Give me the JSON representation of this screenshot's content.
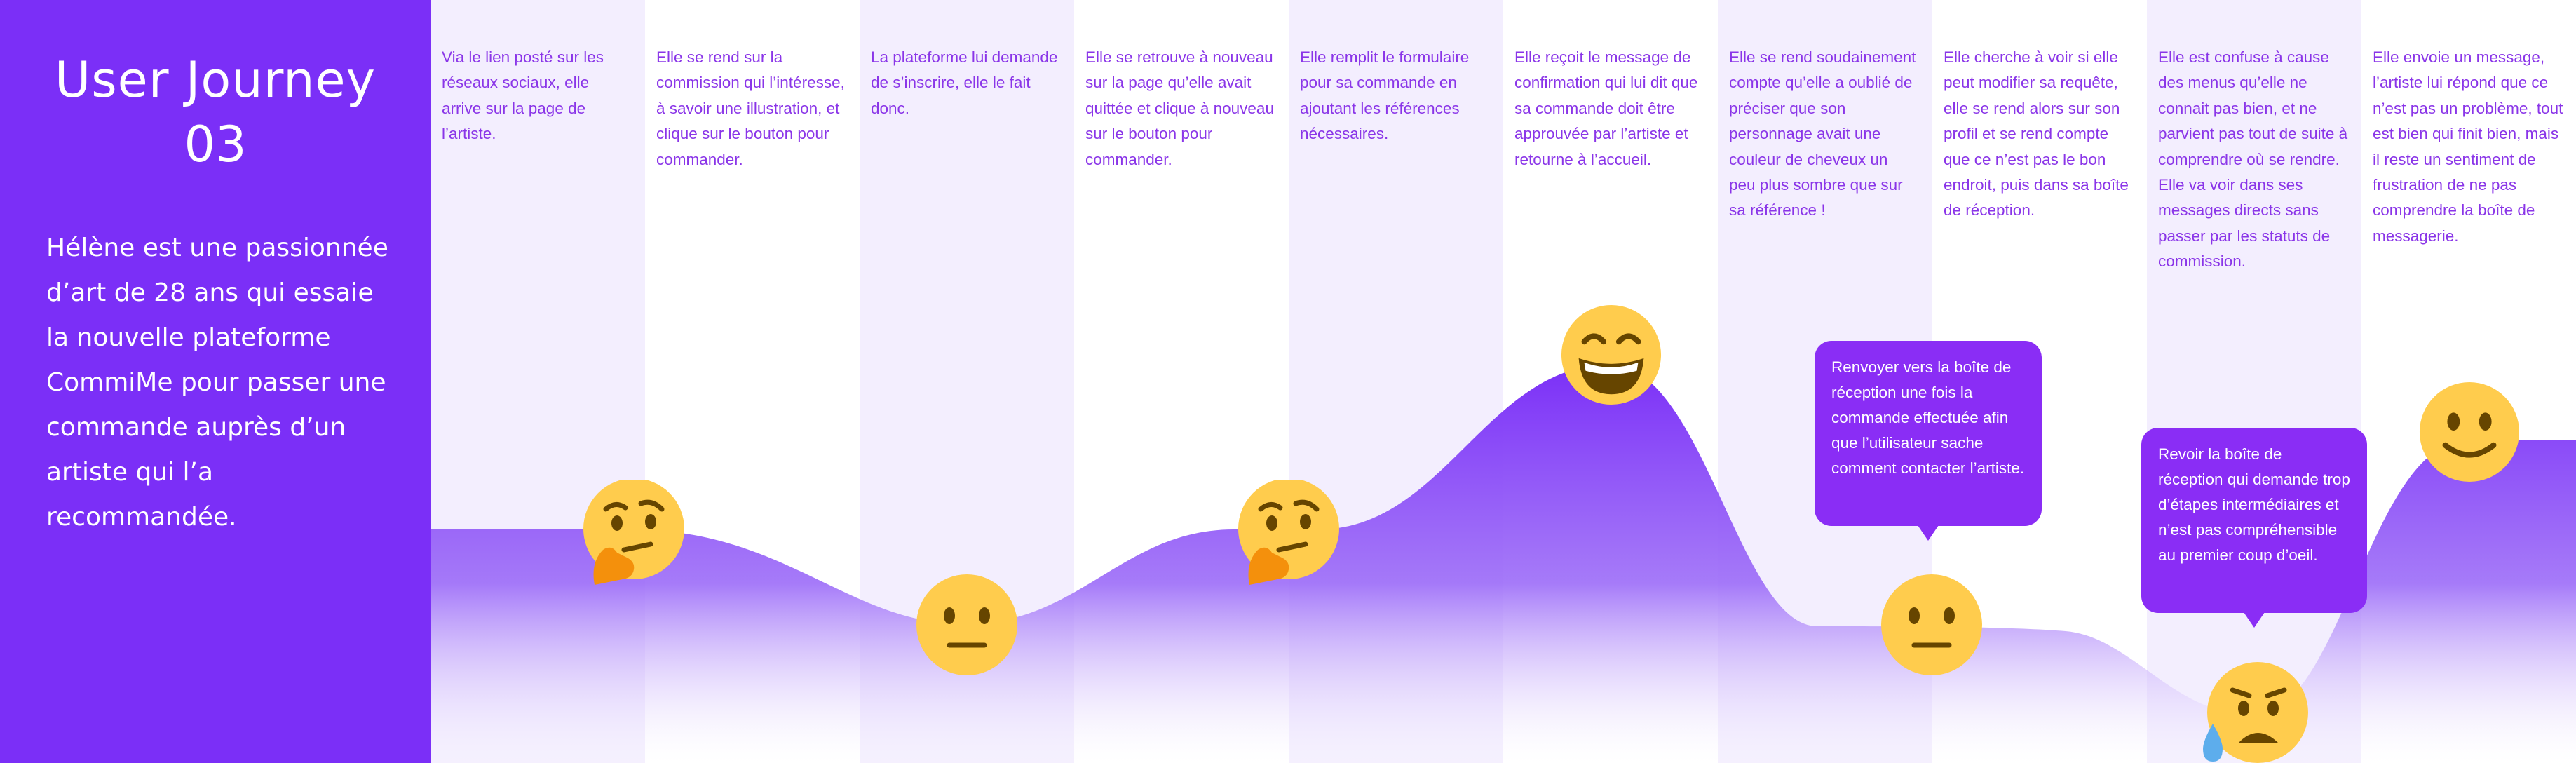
{
  "title": "User Journey",
  "subtitle": "03",
  "persona": "Hélène est une passionnée d’art de 28 ans qui essaie la nouvelle plateforme CommiMe pour passer une commande auprès d’un artiste qui l’a recommandée.",
  "colors": {
    "accent": "#7b2ff7",
    "stage_text": "#8a35e8",
    "bubble": "#8a2df5",
    "stripe_light": "#f3eefe",
    "stripe_white": "#ffffff"
  },
  "stages": [
    {
      "text": "Via le lien posté sur les réseaux sociaux, elle arrive sur la page de l’artiste.",
      "emotion": "thinking-face-icon"
    },
    {
      "text": "Elle se rend sur la commission qui l’intéresse, à savoir une illustration, et clique sur le bouton pour commander.",
      "emotion": "neutral-face-icon"
    },
    {
      "text": "La plateforme lui demande de s’inscrire, elle le fait donc.",
      "emotion": "neutral-face-icon"
    },
    {
      "text": "Elle se retrouve à nouveau sur la page qu’elle avait quittée et clique à nouveau sur le bouton pour commander.",
      "emotion": "thinking-face-icon"
    },
    {
      "text": "Elle remplit le formulaire pour sa commande en ajoutant les références nécessaires.",
      "emotion": "thinking-face-icon"
    },
    {
      "text": "Elle reçoit le message de confirmation qui lui dit que sa commande doit être approuvée par l’artiste et retourne à l’accueil.",
      "emotion": "grinning-face-icon"
    },
    {
      "text": "Elle se rend soudainement compte qu’elle a oublié de préciser que son personnage avait une couleur de cheveux un peu plus sombre que sur sa référence !",
      "emotion": "neutral-face-icon"
    },
    {
      "text": "Elle cherche à voir si elle peut modifier sa requête, elle se rend alors sur son profil et se rend compte que ce n’est pas le bon endroit, puis dans sa boîte de réception.",
      "emotion": "neutral-face-icon"
    },
    {
      "text": "Elle est confuse à cause des menus qu’elle ne connait pas bien, et ne parvient pas tout de suite à comprendre où se rendre. Elle va voir dans ses messages directs sans passer par les statuts de commission.",
      "emotion": "sad-sweat-face-icon"
    },
    {
      "text": "Elle envoie un message, l’artiste lui répond que ce n’est pas un problème, tout est bien qui finit bien, mais il reste un sentiment de frustration de ne pas comprendre la boîte de messagerie.",
      "emotion": "smiling-face-icon"
    }
  ],
  "emotion_levels": [
    0.35,
    0.1,
    0.35,
    0.35,
    1.0,
    0.15,
    0.15,
    0.0,
    0.6
  ],
  "opportunities": [
    "Renvoyer vers la boîte de réception une fois la commande effectuée afin que l’utilisateur sache comment contacter l’artiste.",
    "Revoir la boîte de réception qui demande trop d’étapes intermédiaires et n’est pas compréhensible au premier coup d’oeil."
  ]
}
